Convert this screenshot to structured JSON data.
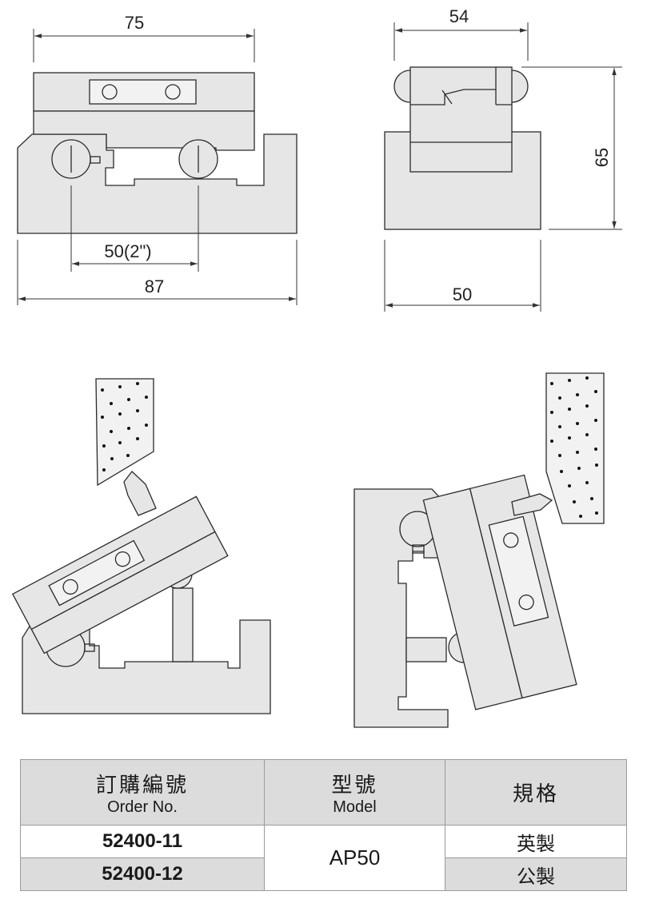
{
  "dimensions": {
    "front_width": "75",
    "side_width_top": "54",
    "front_pitch": "50(2\")",
    "front_base": "87",
    "side_height": "65",
    "side_base": "50"
  },
  "table": {
    "headers": [
      {
        "zh": "訂購編號",
        "en": "Order No."
      },
      {
        "zh": "型號",
        "en": "Model"
      },
      {
        "zh": "規格",
        "en": ""
      }
    ],
    "rows": [
      {
        "order_no": "52400-11",
        "model": "AP50",
        "spec": "英製"
      },
      {
        "order_no": "52400-12",
        "model": "AP50",
        "spec": "公製"
      }
    ]
  }
}
